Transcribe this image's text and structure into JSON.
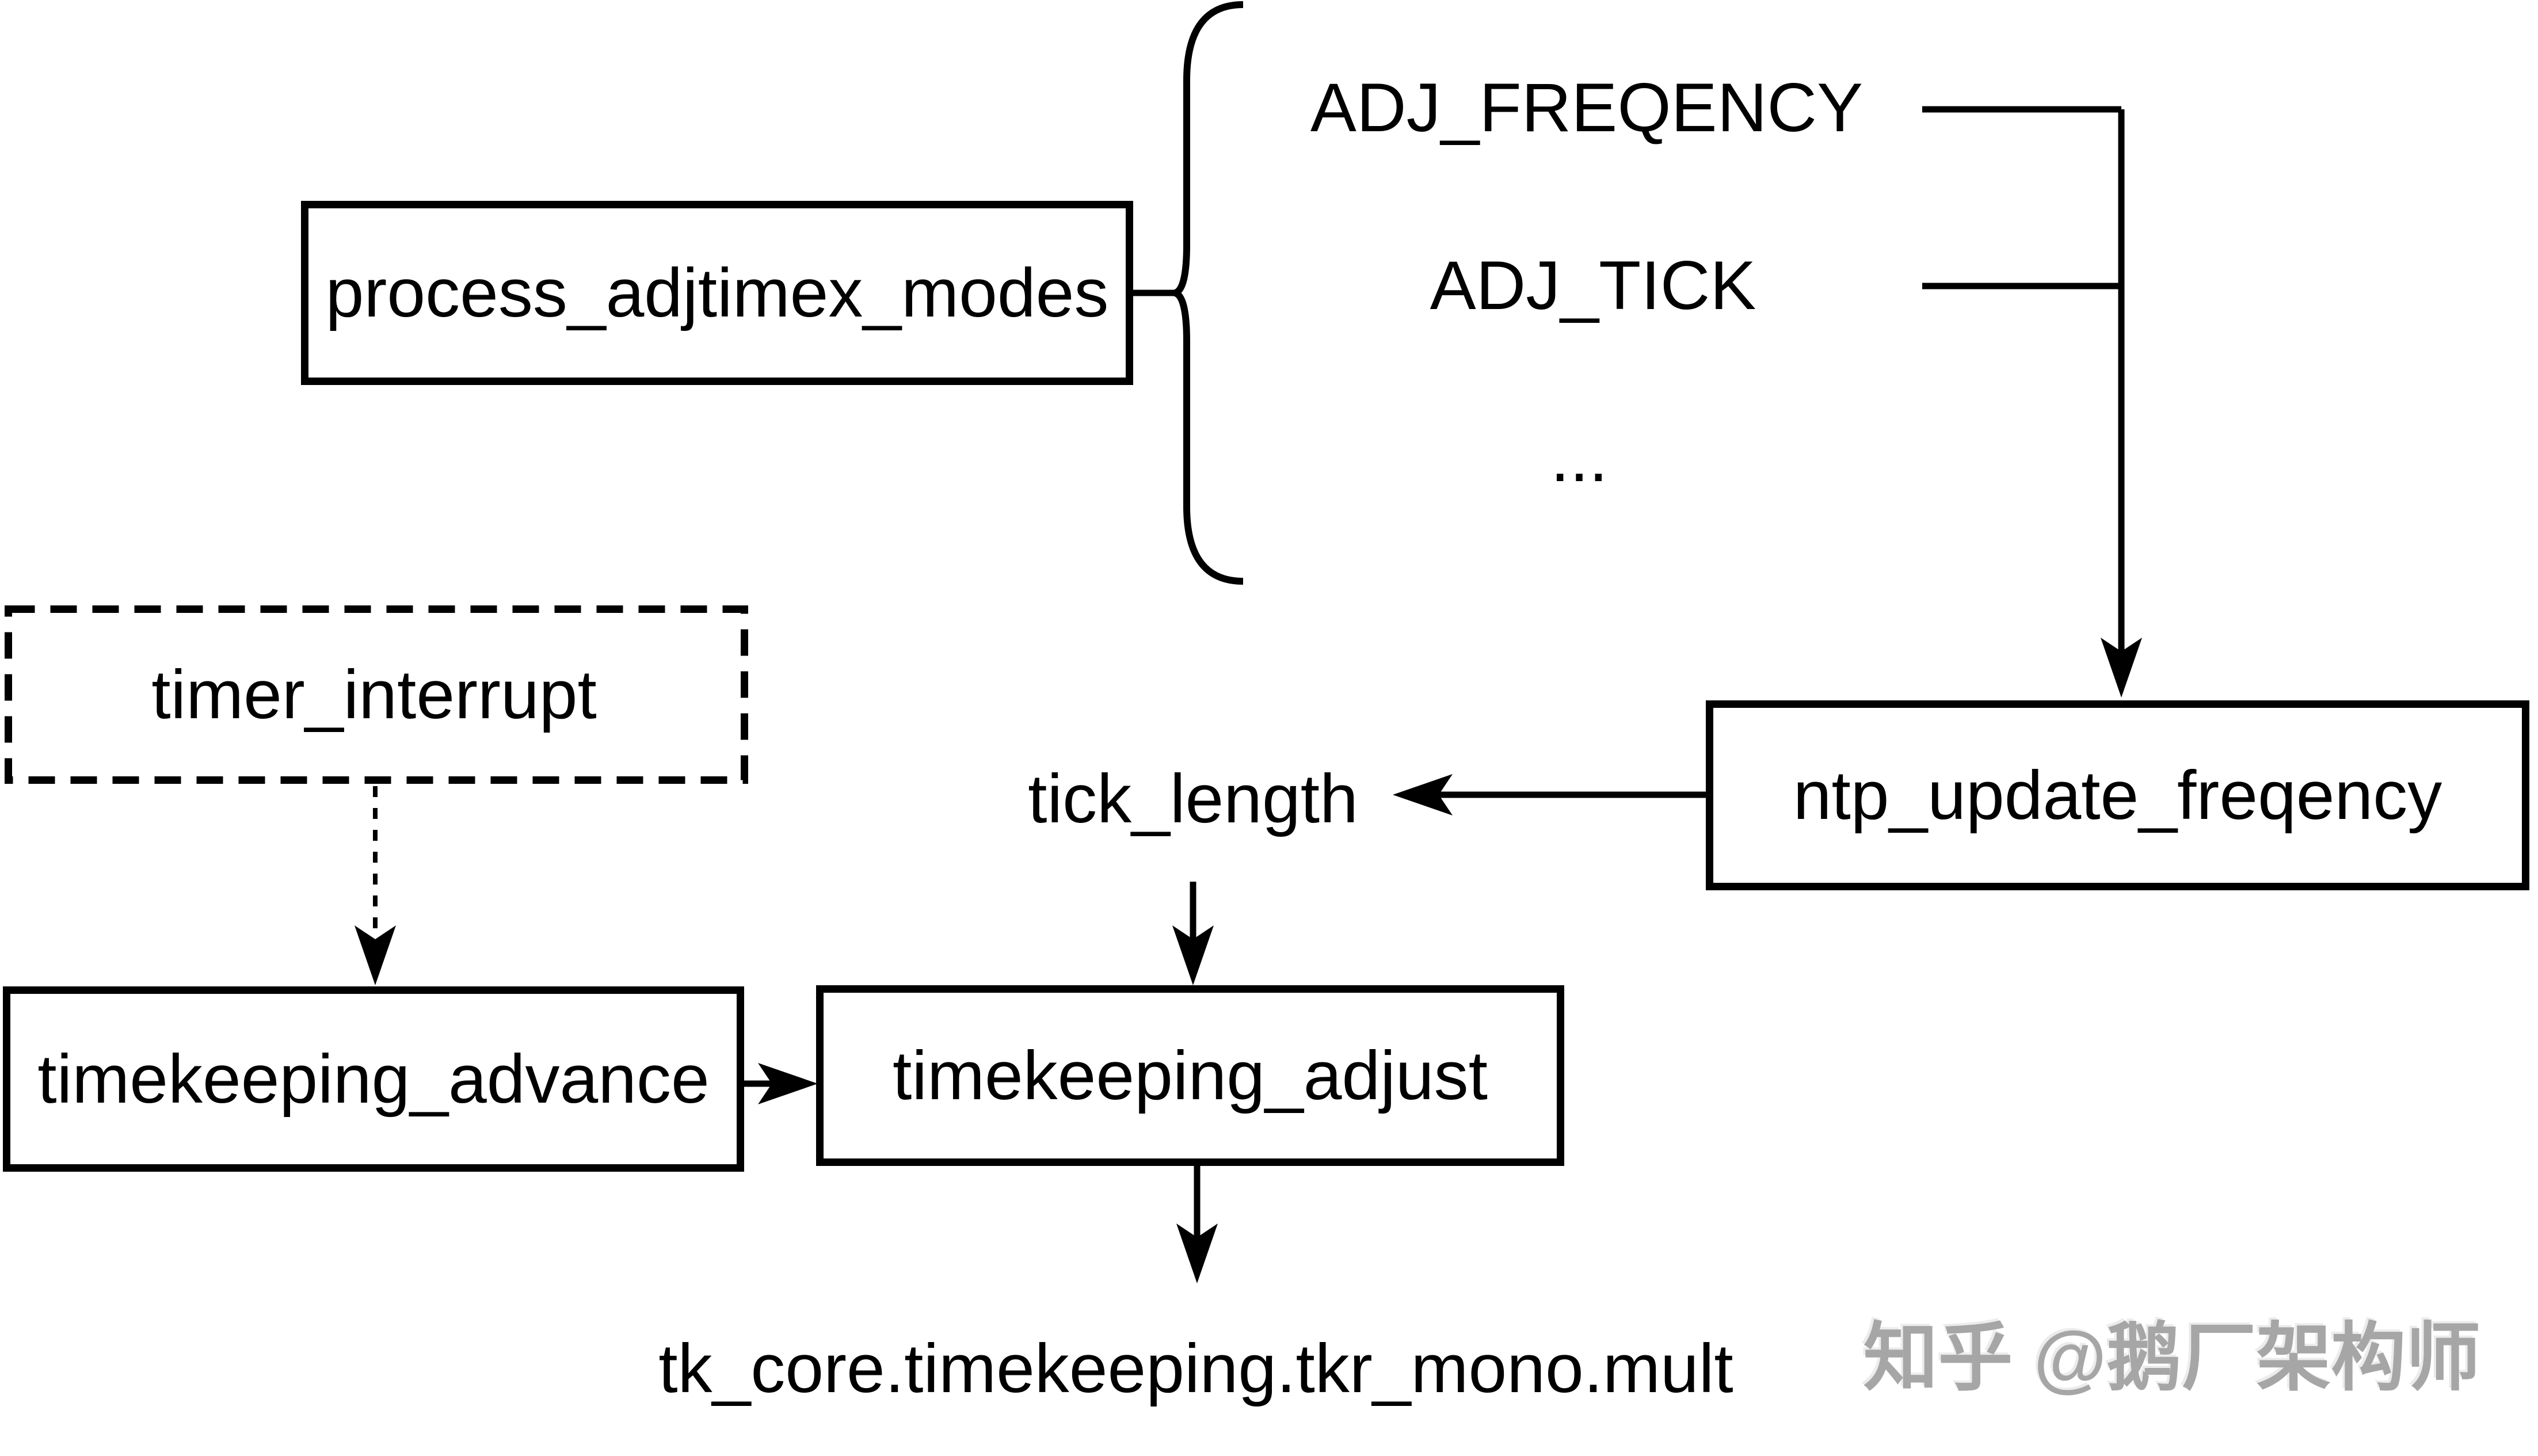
{
  "boxes": {
    "process": {
      "label": "process_adjtimex_modes"
    },
    "ntp": {
      "label": "ntp_update_freqency"
    },
    "timer": {
      "label": "timer_interrupt"
    },
    "advance": {
      "label": "timekeeping_advance"
    },
    "adjust": {
      "label": "timekeeping_adjust"
    }
  },
  "mode_labels": {
    "adj_frequency": "ADJ_FREQENCY",
    "adj_tick": "ADJ_TICK",
    "more": "..."
  },
  "variables": {
    "tick_length": "tick_length",
    "result_field": "tk_core.timekeeping.tkr_mono.mult"
  },
  "watermark": {
    "text": "知乎 @鹅厂架构师",
    "color": "#a6a6a6"
  },
  "colors": {
    "ink": "#000000",
    "background": "#ffffff"
  }
}
